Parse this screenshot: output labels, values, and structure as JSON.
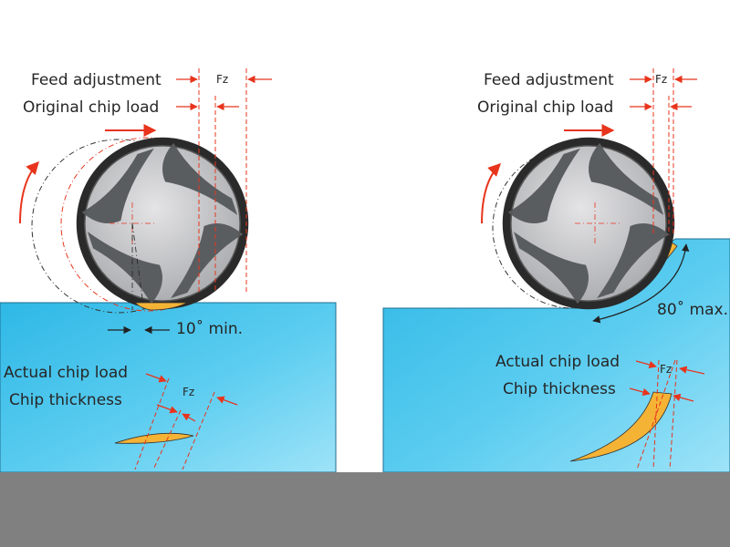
{
  "left_panel": {
    "feed_adjustment": "Feed adjustment",
    "original_chip_load": "Original chip load",
    "fz_top": "Fz",
    "angle_note": "10˚ min.",
    "actual_chip_load": "Actual chip load",
    "chip_thickness": "Chip thickness",
    "fz_bottom": "Fz"
  },
  "right_panel": {
    "feed_adjustment": "Feed adjustment",
    "original_chip_load": "Original chip load",
    "fz_top": "Fz",
    "angle_note": "80˚ max.",
    "actual_chip_load": "Actual chip load",
    "chip_thickness": "Chip thickness",
    "fz_bottom": "Fz"
  },
  "colors": {
    "workpiece_light": "#8fdcf5",
    "workpiece_dark": "#2eb8e6",
    "chip": "#f5b335",
    "arrow": "#e8341c",
    "tool_body": "#c9c9cb",
    "flute": "#5a5d60",
    "footer_bar": "#808080"
  }
}
